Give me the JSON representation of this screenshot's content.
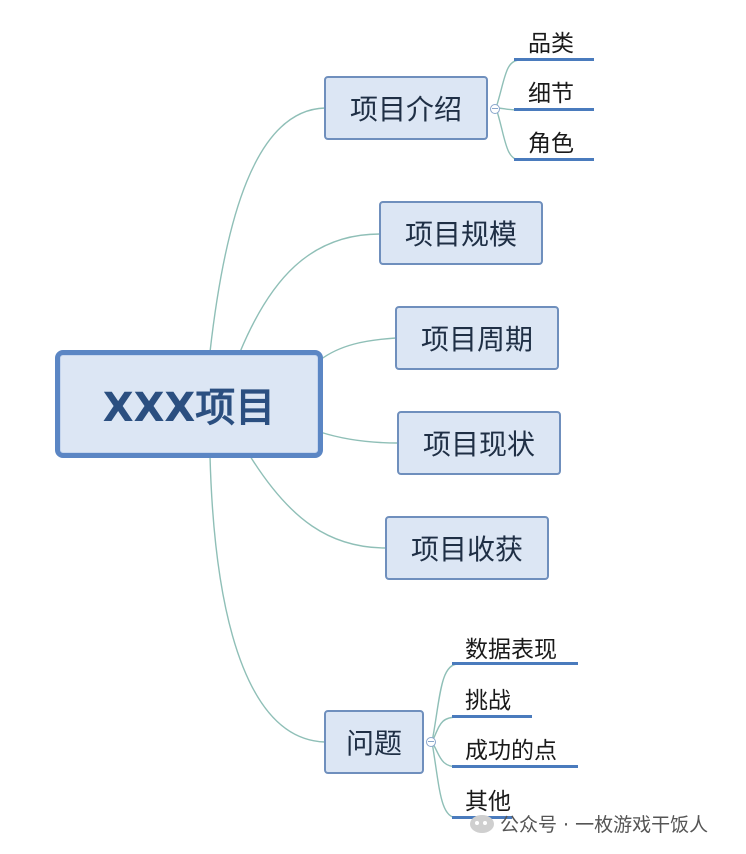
{
  "root": {
    "label": "XXX项目"
  },
  "branches": [
    {
      "label": "项目介绍",
      "children": [
        "品类",
        "细节",
        "角色"
      ]
    },
    {
      "label": "项目规模"
    },
    {
      "label": "项目周期"
    },
    {
      "label": "项目现状"
    },
    {
      "label": "项目收获"
    },
    {
      "label": "问题",
      "children": [
        "数据表现",
        "挑战",
        "成功的点",
        "其他"
      ]
    }
  ],
  "watermark": {
    "text": "公众号 · 一枚游戏干饭人"
  },
  "colors": {
    "node_fill": "#dce6f4",
    "node_border": "#6f8fbd",
    "root_border": "#5b86c4",
    "link": "#8fbfb7",
    "underline": "#4a7bbd"
  }
}
